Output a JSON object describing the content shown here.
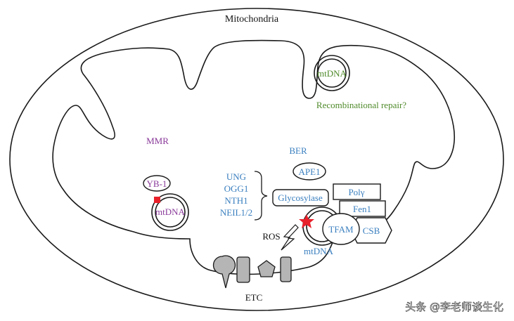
{
  "title": "Mitochondria",
  "labels": {
    "mmr": "MMR",
    "ber": "BER",
    "etc": "ETC",
    "ros": "ROS",
    "recombinational_repair": "Recombinational repair?"
  },
  "mtdna": {
    "top": "mtDNA",
    "left": "mtDNA",
    "center": "mtDNA"
  },
  "proteins": {
    "yb1": "YB-1",
    "ape1": "APE1",
    "glycosylase": "Glycosylase",
    "pol_gamma": "Polγ",
    "fen1": "Fen1",
    "tfam": "TFAM",
    "csb": "CSB"
  },
  "glycosylase_list": [
    "UNG",
    "OGG1",
    "NTH1",
    "NEIL1/2"
  ],
  "watermark": "头条 @李老师谈生化",
  "colors": {
    "outline": "#1a1a1a",
    "blue": "#3a7fbf",
    "purple": "#8a3a9a",
    "green": "#4f8a2a",
    "red_damage": "#e8202a",
    "etc_fill": "#b5b5b5"
  }
}
